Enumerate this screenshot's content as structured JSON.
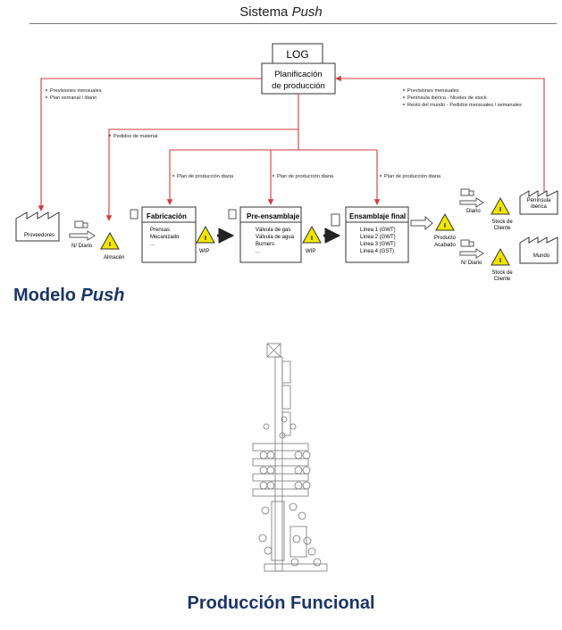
{
  "title": {
    "prefix": "Sistema ",
    "italic": "Push"
  },
  "log_label": "LOG",
  "planning": {
    "line1": "Planificación",
    "line2": "de producción"
  },
  "left_forecast": [
    "Previsiones mensuales",
    "Plan semanal / diario"
  ],
  "right_forecast": [
    "Previsiones mensuales",
    "Península ibérica - Niveles de stock",
    "Resto del mundo - Pedidos mensuales / semanales"
  ],
  "material_orders": "Pedidos de material",
  "daily_plan": "Plan de producción diaria",
  "suppliers": "Proveedores",
  "supplier_freq": "N/ Diario",
  "warehouse": "Almacén",
  "wip": "WIP",
  "inventory_glyph": "I",
  "stations": [
    {
      "title": "Fabricación",
      "items": [
        "Prensas",
        "Mecanizado",
        "..."
      ]
    },
    {
      "title": "Pre-ensamblaje",
      "items": [
        "Válvula de gas",
        "Válvula de agua",
        "Burners",
        "..."
      ]
    },
    {
      "title": "Ensamblaje final",
      "items": [
        "Línea 1 (GWT)",
        "Línea 2 (GWT)",
        "Línea 3 (GWT)",
        "Línea 4 (GST)"
      ]
    }
  ],
  "finished": {
    "line1": "Producto",
    "line2": "Acabado"
  },
  "daily": "Diario",
  "n_daily": "N/ Diario",
  "stock_client": {
    "line1": "Stock de",
    "line2": "Cliente"
  },
  "iberia": {
    "line1": "Península",
    "line2": "ibérica"
  },
  "world": "Mundo",
  "heading_push": {
    "prefix": "Modelo ",
    "italic": "Push"
  },
  "heading_functional": "Producción Funcional",
  "colors": {
    "red": "#d63a3a",
    "navy": "#1b3566",
    "yellow": "#f2e600",
    "line": "#333333"
  }
}
